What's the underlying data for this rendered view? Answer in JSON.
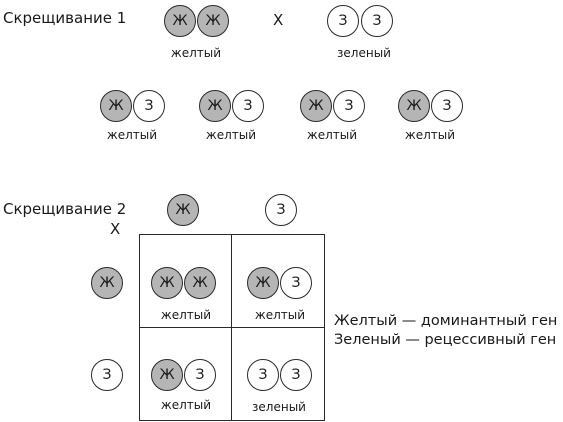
{
  "cross1": {
    "title": "Скрещивание 1",
    "cross_symbol": "Х",
    "parent1": {
      "alleles": [
        "Ж",
        "Ж"
      ],
      "phenotype": "желтый"
    },
    "parent2": {
      "alleles": [
        "З",
        "З"
      ],
      "phenotype": "зеленый"
    },
    "offspring": [
      {
        "alleles": [
          "Ж",
          "З"
        ],
        "phenotype": "желтый"
      },
      {
        "alleles": [
          "Ж",
          "З"
        ],
        "phenotype": "желтый"
      },
      {
        "alleles": [
          "Ж",
          "З"
        ],
        "phenotype": "желтый"
      },
      {
        "alleles": [
          "Ж",
          "З"
        ],
        "phenotype": "желтый"
      }
    ]
  },
  "cross2": {
    "title": "Скрещивание 2",
    "cross_symbol": "Х",
    "col_gametes": [
      "Ж",
      "З"
    ],
    "row_gametes": [
      "Ж",
      "З"
    ],
    "cells": [
      {
        "alleles": [
          "Ж",
          "Ж"
        ],
        "phenotype": "желтый"
      },
      {
        "alleles": [
          "Ж",
          "З"
        ],
        "phenotype": "желтый"
      },
      {
        "alleles": [
          "Ж",
          "З"
        ],
        "phenotype": "желтый"
      },
      {
        "alleles": [
          "З",
          "З"
        ],
        "phenotype": "зеленый"
      }
    ]
  },
  "legend": {
    "dominant": "Желтый — доминантный ген",
    "recessive": "Зеленый — рецессивный ген"
  },
  "colors": {
    "dominant_fill": "#b5b5b5",
    "recessive_fill": "#ffffff",
    "stroke": "#2a2a2a"
  }
}
